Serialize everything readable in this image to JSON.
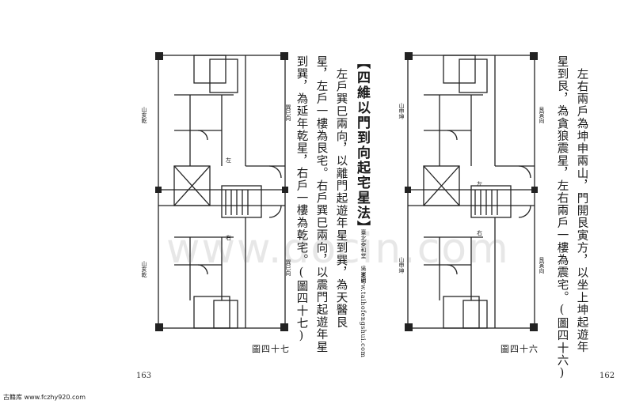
{
  "right_page": {
    "text_lines": [
      "左右兩戶為坤申兩山，門開艮寅方，以坐上坤起遊年",
      "星到艮，為貪狼震星，左右兩戶一樓為震宅。(圖四十六)"
    ],
    "figure": {
      "caption": "圖四十六",
      "labels": {
        "mountain_top": "山申坤",
        "mountain_bottom": "山申坤",
        "door_top": "艮寅向",
        "door_bottom": "艮寅向",
        "left_unit": "左",
        "right_unit": "右"
      }
    },
    "page_number": "162"
  },
  "left_page": {
    "heading": "【四維以門到向起宅星法】",
    "credit_line": "【臺北泰和堂 吳憲明 www.taihofengshui.com】",
    "credit_cjk": "臺北泰和堂 吳憲明",
    "credit_url": "www.taihofengshui.com",
    "text_lines": [
      "左戶巽巳兩向，以離門起遊年星到巽，為天醫艮",
      "星，左戶一樓為艮宅。右戶巽巳兩向，以震門起遊年星",
      "到巽，為延年乾星，右戶一樓為乾宅。(圖四十七)"
    ],
    "figure": {
      "caption": "圖四十七",
      "labels": {
        "mountain_top": "山亥乾",
        "mountain_bottom": "山亥乾",
        "door_top": "巽巳向",
        "door_bottom": "巽巳向",
        "left_unit": "左",
        "right_unit": "右"
      }
    },
    "page_number": "163"
  },
  "footer": "古籍库 www.fczhy920.com",
  "watermark": "www.docin.com"
}
